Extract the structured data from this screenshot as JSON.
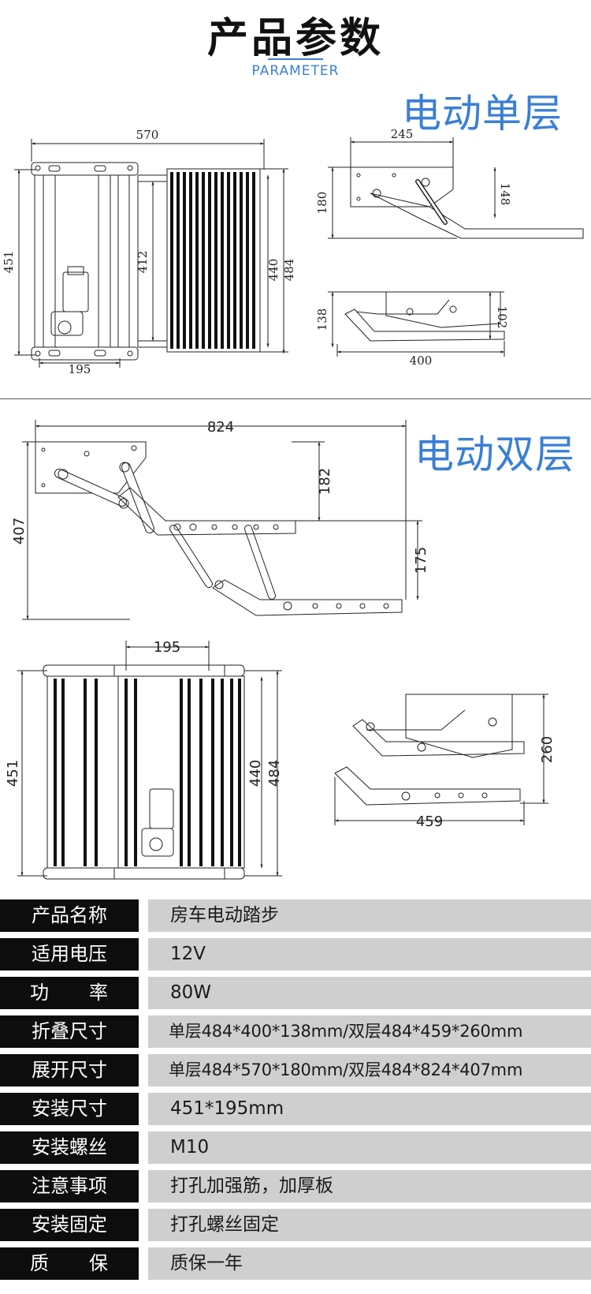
{
  "header": {
    "title": "产品参数",
    "subtitle": "PARAMETER"
  },
  "single": {
    "label": "电动单层",
    "dims": {
      "width_top": "570",
      "height_left": "451",
      "inner_height": "412",
      "height_440": "440",
      "height_484": "484",
      "mount_width": "195",
      "side_width": "245",
      "side_h1": "180",
      "side_h2": "148",
      "fold_h1": "138",
      "fold_h2": "102",
      "fold_len": "400"
    }
  },
  "double": {
    "label": "电动双层",
    "dims": {
      "total_len": "824",
      "total_h": "407",
      "step1": "182",
      "step2": "175",
      "mount_width": "195",
      "height_left": "451",
      "height_440": "440",
      "height_484": "484",
      "fold_h": "260",
      "fold_len": "459"
    }
  },
  "specs": [
    {
      "label": "产品名称",
      "value": "房车电动踏步"
    },
    {
      "label": "适用电压",
      "value": "12V"
    },
    {
      "label": "功　　率",
      "value": "80W"
    },
    {
      "label": "折叠尺寸",
      "value": "单层484*400*138mm/双层484*459*260mm"
    },
    {
      "label": "展开尺寸",
      "value": "单层484*570*180mm/双层484*824*407mm"
    },
    {
      "label": "安装尺寸",
      "value": "451*195mm"
    },
    {
      "label": "安装螺丝",
      "value": "M10"
    },
    {
      "label": "注意事项",
      "value": "打孔加强筋，加厚板"
    },
    {
      "label": "安装固定",
      "value": "打孔螺丝固定"
    },
    {
      "label": "质　　保",
      "value": "质保一年"
    }
  ],
  "colors": {
    "accent": "#3a7fd6",
    "label_bg": "#0d0d0d",
    "value_bg": "#cfcfcf"
  }
}
